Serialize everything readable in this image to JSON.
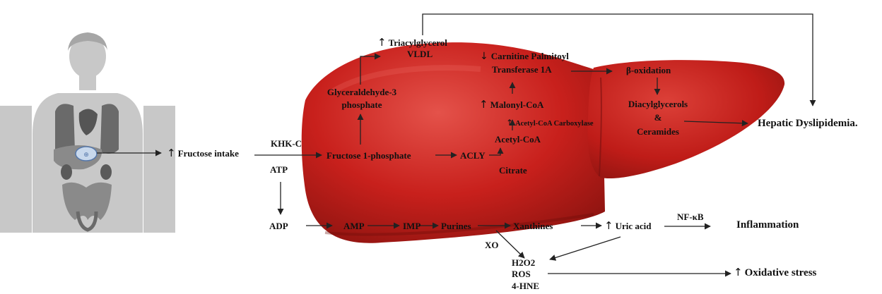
{
  "diagram": {
    "fructose_intake": "Fructose intake",
    "khk_c": "KHK-C",
    "atp": "ATP",
    "adp": "ADP",
    "amp": "AMP",
    "imp": "IMP",
    "purines": "Purines",
    "xanthines": "Xanthines",
    "uric_acid": "Uric acid",
    "nf_kb": "NF-κB",
    "inflammation": "Inflammation",
    "xo": "XO",
    "h2o2": "H2O2",
    "ros": "ROS",
    "hne": "4-HNE",
    "oxidative_stress": "Oxidative stress",
    "fructose_1_phosphate": "Fructose 1-phosphate",
    "acly": "ACLY",
    "citrate": "Citrate",
    "acetyl_coa": "Acetyl-CoA",
    "acetyl_coa_carboxylase": "Acetyl-CoA Carboxylase",
    "malonyl_coa": "Malonyl-CoA",
    "cpt1a_line1": "Carnitine Palmitoyl",
    "cpt1a_line2": "Transferase 1A",
    "beta_oxidation": "β-oxidation",
    "diacylglycerols": "Diacylglycerols",
    "ampersand": "&",
    "ceramides": "Ceramides",
    "hepatic_dyslipidemia": "Hepatic Dyslipidemia.",
    "g3p_line1": "Glyceraldehyde-3",
    "g3p_line2": "phosphate",
    "triacylglycerol": "Triacylglycerol",
    "vldl": "VLDL"
  },
  "colors": {
    "liver_main": "#c8201c",
    "liver_highlight": "#e4524a",
    "liver_shadow": "#8e1410",
    "body_silhouette": "#c8c8c8",
    "organs": "#6a6a6a",
    "arrow": "#222222"
  }
}
